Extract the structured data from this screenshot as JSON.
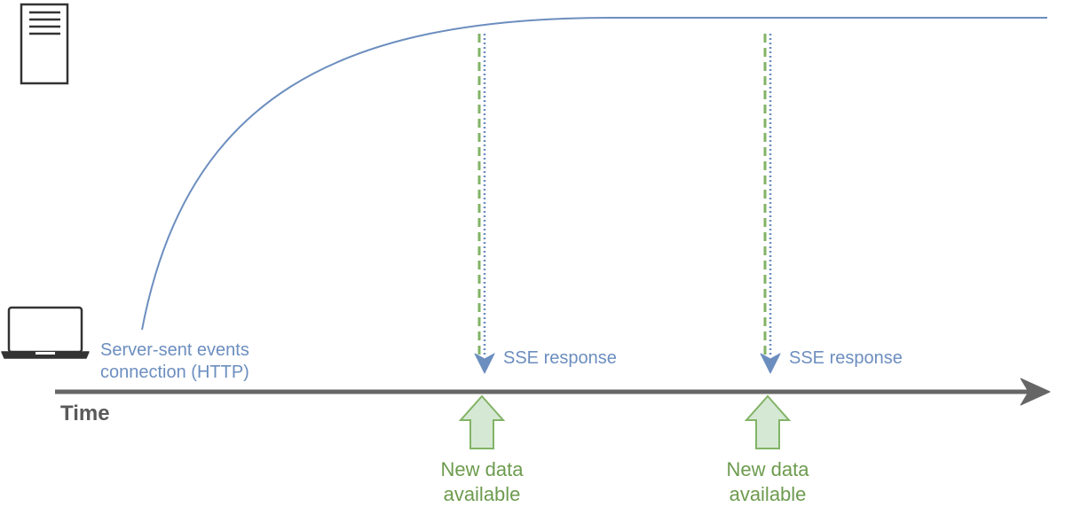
{
  "colors": {
    "connection": "#6C8EBF",
    "new_data": "#82B366",
    "new_data_fill": "#D5E8D4",
    "new_data_text": "#6D9B4E",
    "timeline": "#666666",
    "device": "#333333"
  },
  "icons": {
    "server": "server-icon",
    "client": "laptop-icon"
  },
  "timeline": {
    "label": "Time"
  },
  "connection": {
    "label_line1": "Server-sent events",
    "label_line2": "connection (HTTP)"
  },
  "events": [
    {
      "response_label": "SSE response",
      "data_label_line1": "New data",
      "data_label_line2": "available"
    },
    {
      "response_label": "SSE response",
      "data_label_line1": "New data",
      "data_label_line2": "available"
    }
  ]
}
